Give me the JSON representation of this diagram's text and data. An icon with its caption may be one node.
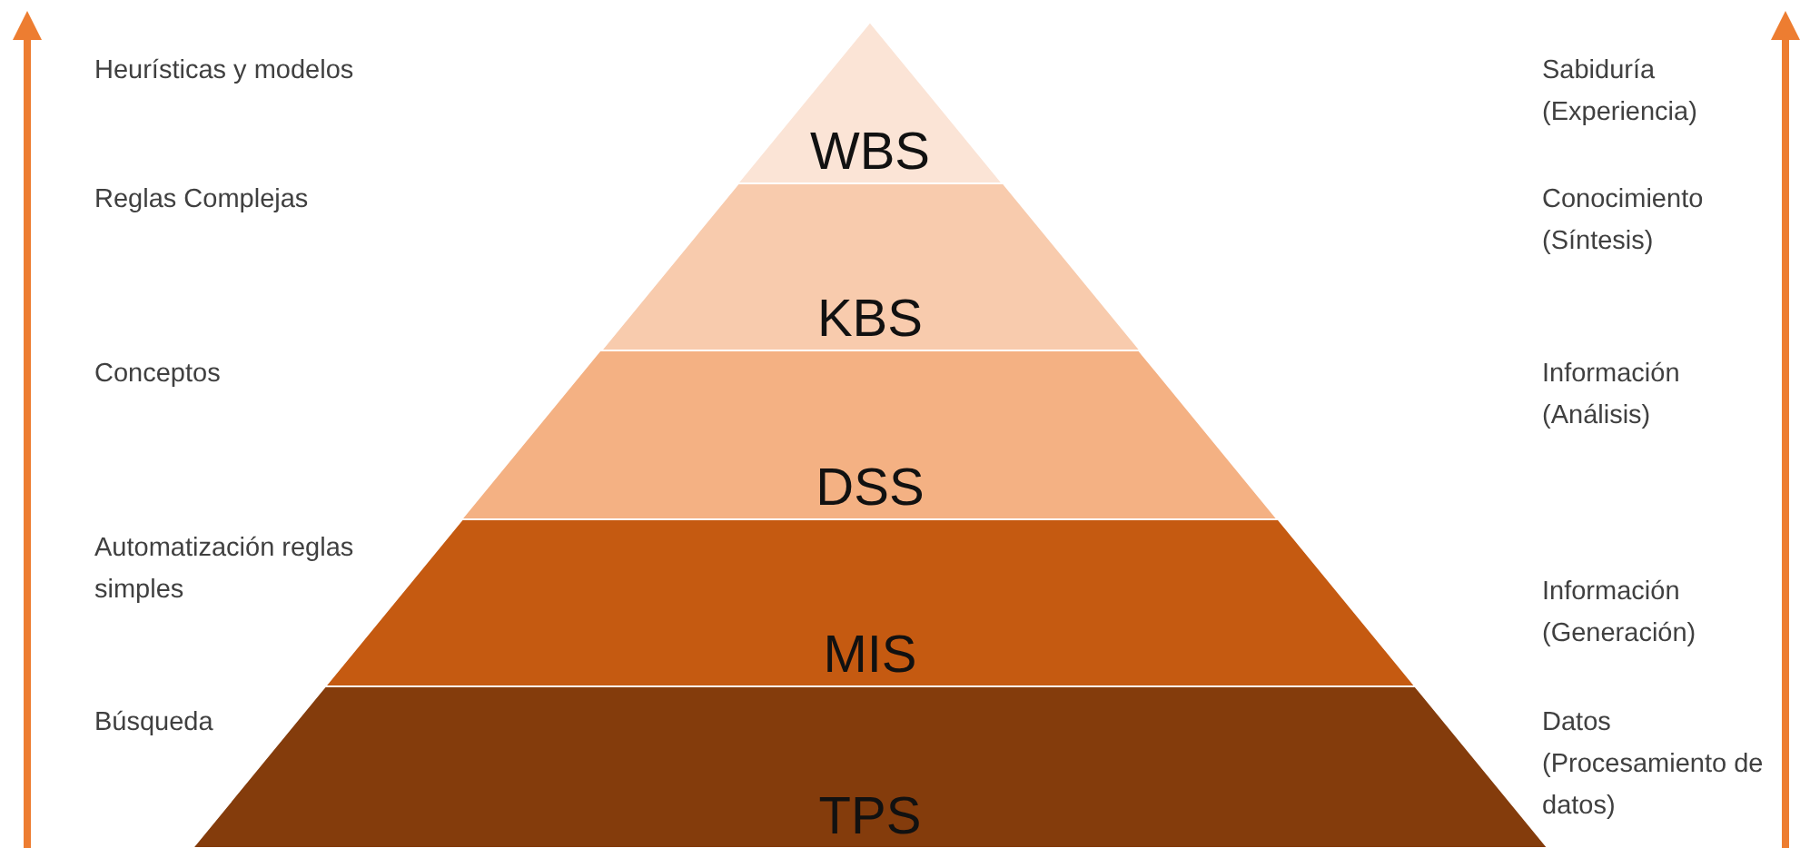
{
  "diagram": {
    "nodes": [
      {
        "text": [
          "WBS"
        ]
      },
      {
        "text": [
          "KBS"
        ]
      },
      {
        "text": [
          "DSS"
        ]
      },
      {
        "text": [
          "MIS"
        ]
      },
      {
        "text": [
          "TPS"
        ]
      }
    ],
    "labels": [
      "Heurísticas y modelos",
      "Sabiduría (Experiencia)",
      "Reglas Complejas",
      "Conocimiento (Síntesis)",
      "Conceptos",
      "Información (Análisis)",
      "Automatización reglas simples",
      "Información (Generación)",
      "Búsqueda",
      "Datos (Procesamiento de datos)"
    ]
  }
}
